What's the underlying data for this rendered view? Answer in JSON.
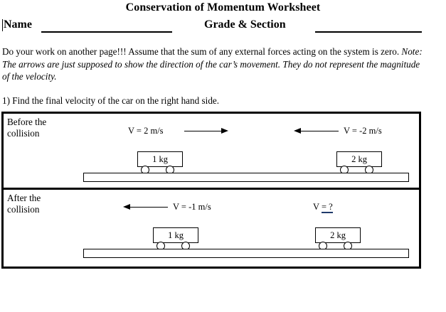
{
  "document": {
    "title": "Conservation of Momentum Worksheet",
    "name_label": "Name",
    "grade_label": "Grade & Section",
    "instructions_line1": "Do your work on another page!!!  Assume that the sum of any external forces acting on the",
    "instructions_line2_plain": "system is zero.",
    "instructions_line2_italic": "Note:  The arrows are just supposed to show the direction of the car’s movement.",
    "instructions_line3_italic": "They do not represent the magnitude of the velocity.",
    "question1": "1)  Find the final velocity of the car on the right hand side."
  },
  "diagram": {
    "before": {
      "label": "Before the\ncollision",
      "left_velocity": "V = 2 m/s",
      "left_arrow_direction": "right",
      "right_velocity": "V = -2 m/s",
      "right_arrow_direction": "left",
      "left_cart_mass": "1 kg",
      "right_cart_mass": "2 kg"
    },
    "after": {
      "label": "After the\ncollision",
      "left_velocity": "V = -1 m/s",
      "left_arrow_direction": "left",
      "right_velocity_prefix": "V ",
      "right_velocity_answer": "= ?",
      "right_arrow_direction": "none",
      "left_cart_mass": "1 kg",
      "right_cart_mass": "2 kg"
    }
  },
  "colors": {
    "ink": "#000000",
    "answer_underline": "#203a6b",
    "page_background": "#ffffff"
  }
}
